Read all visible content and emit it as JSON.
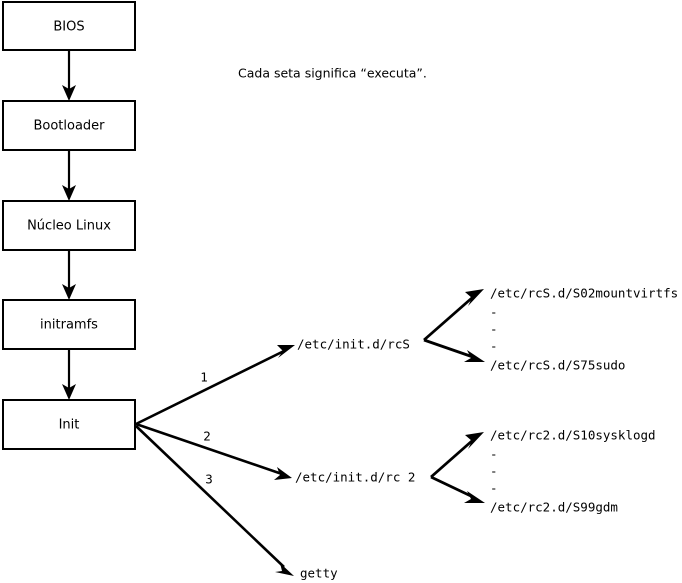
{
  "diagram": {
    "title_caption": "Cada seta significa “executa”.",
    "boot_chain": [
      {
        "id": "bios",
        "label": "BIOS"
      },
      {
        "id": "bootloader",
        "label": "Bootloader"
      },
      {
        "id": "kernel",
        "label": "Núcleo Linux"
      },
      {
        "id": "initramfs",
        "label": "initramfs"
      },
      {
        "id": "init",
        "label": "Init"
      }
    ],
    "init_branches": [
      {
        "number": "1",
        "target": "/etc/init.d/rcS"
      },
      {
        "number": "2",
        "target": "/etc/init.d/rc 2"
      },
      {
        "number": "3",
        "target": "getty"
      }
    ],
    "script_groups": [
      {
        "id": "rcs-scripts",
        "first": "/etc/rcS.d/S02mountvirtfs",
        "ellipsis": [
          "-",
          "-",
          "-"
        ],
        "last": "/etc/rcS.d/S75sudo"
      },
      {
        "id": "rc2-scripts",
        "first": "/etc/rc2.d/S10sysklogd",
        "ellipsis": [
          "-",
          "-",
          "-"
        ],
        "last": "/etc/rc2.d/S99gdm"
      }
    ],
    "colors": {
      "stroke": "#000000",
      "fill": "#ffffff",
      "text": "#000000"
    }
  }
}
